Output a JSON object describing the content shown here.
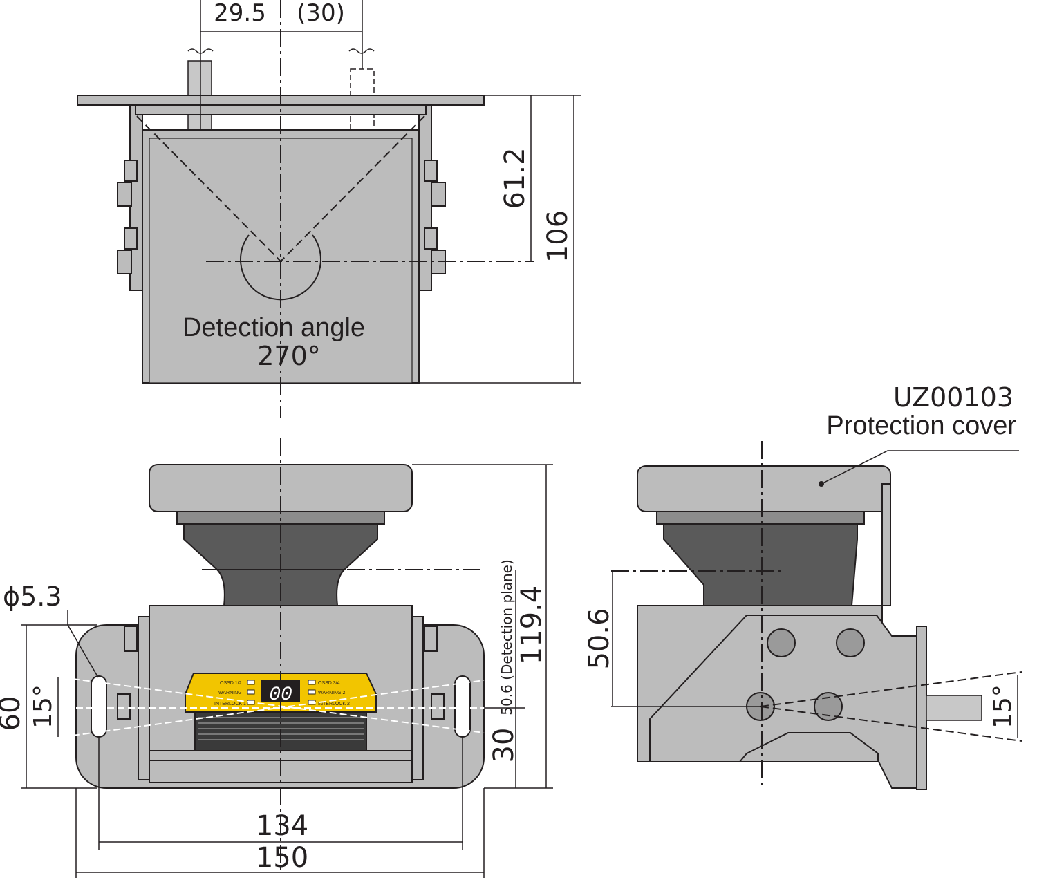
{
  "top_view": {
    "dim_left": "29.5",
    "dim_right": "(30)",
    "dim_61_2": "61.2",
    "dim_106": "106",
    "detection_label": "Detection angle",
    "detection_angle": "270°"
  },
  "front_view": {
    "hole_dia": "ϕ5.3",
    "dim_60": "60",
    "dim_15deg": "15°",
    "dim_50_6_plane": "50.6 (Detection plane)",
    "dim_119_4": "119.4",
    "dim_30": "30",
    "dim_134": "134",
    "dim_150": "150",
    "panel": {
      "ossd12": "OSSD 1/2",
      "ossd34": "OSSD 3/4",
      "warning1": "WARNING",
      "warning2": "WARNING 2",
      "interlock1": "INTERLOCK 1",
      "interlock2": "INTERLOCK 2",
      "display": "00",
      "panel_color": "#f2c500"
    }
  },
  "side_view": {
    "part_no": "UZ00103",
    "part_name": "Protection cover",
    "dim_50_6": "50.6",
    "dim_15deg": "15°"
  }
}
